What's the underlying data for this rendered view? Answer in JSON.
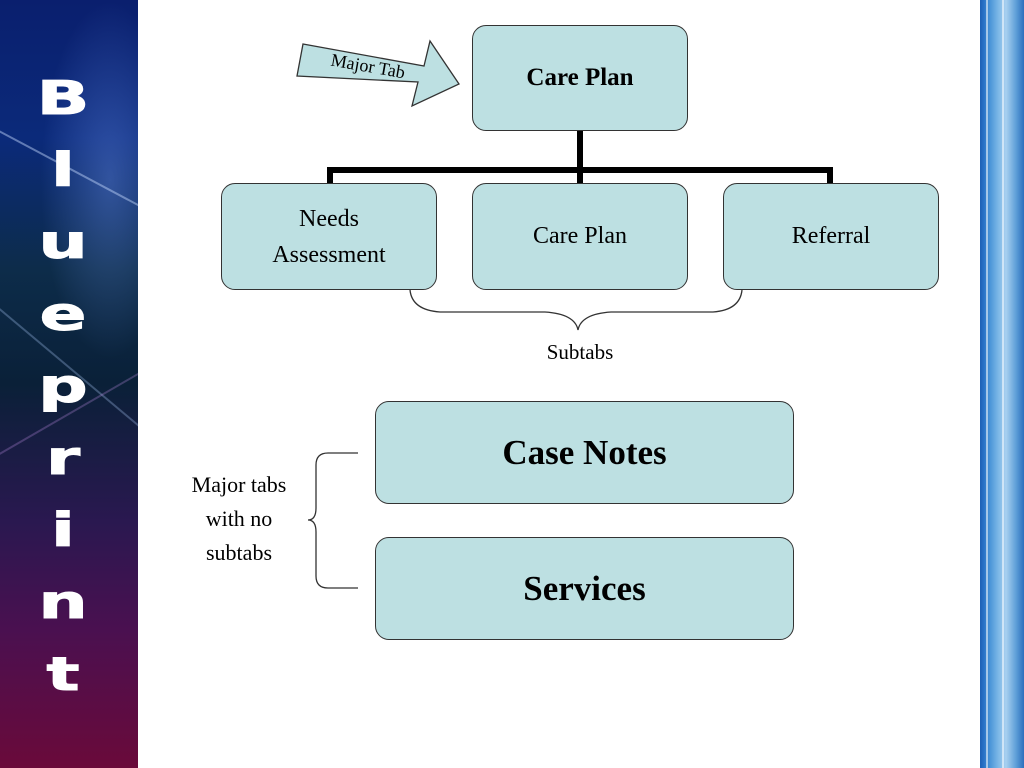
{
  "sidebar": {
    "title_letters": [
      "B",
      "l",
      "u",
      "e",
      "p",
      "r",
      "i",
      "n",
      "t"
    ]
  },
  "diagram": {
    "arrow_label": "Major Tab",
    "root": "Care Plan",
    "subtabs": [
      "Needs Assessment",
      "Care Plan",
      "Referral"
    ],
    "subtabs_label": "Subtabs",
    "major_no_sub": [
      "Case Notes",
      "Services"
    ],
    "major_no_sub_label": "Major tabs with no subtabs"
  },
  "colors": {
    "box_fill": "#bde0e2",
    "box_border": "#333333",
    "connector": "#000000"
  }
}
